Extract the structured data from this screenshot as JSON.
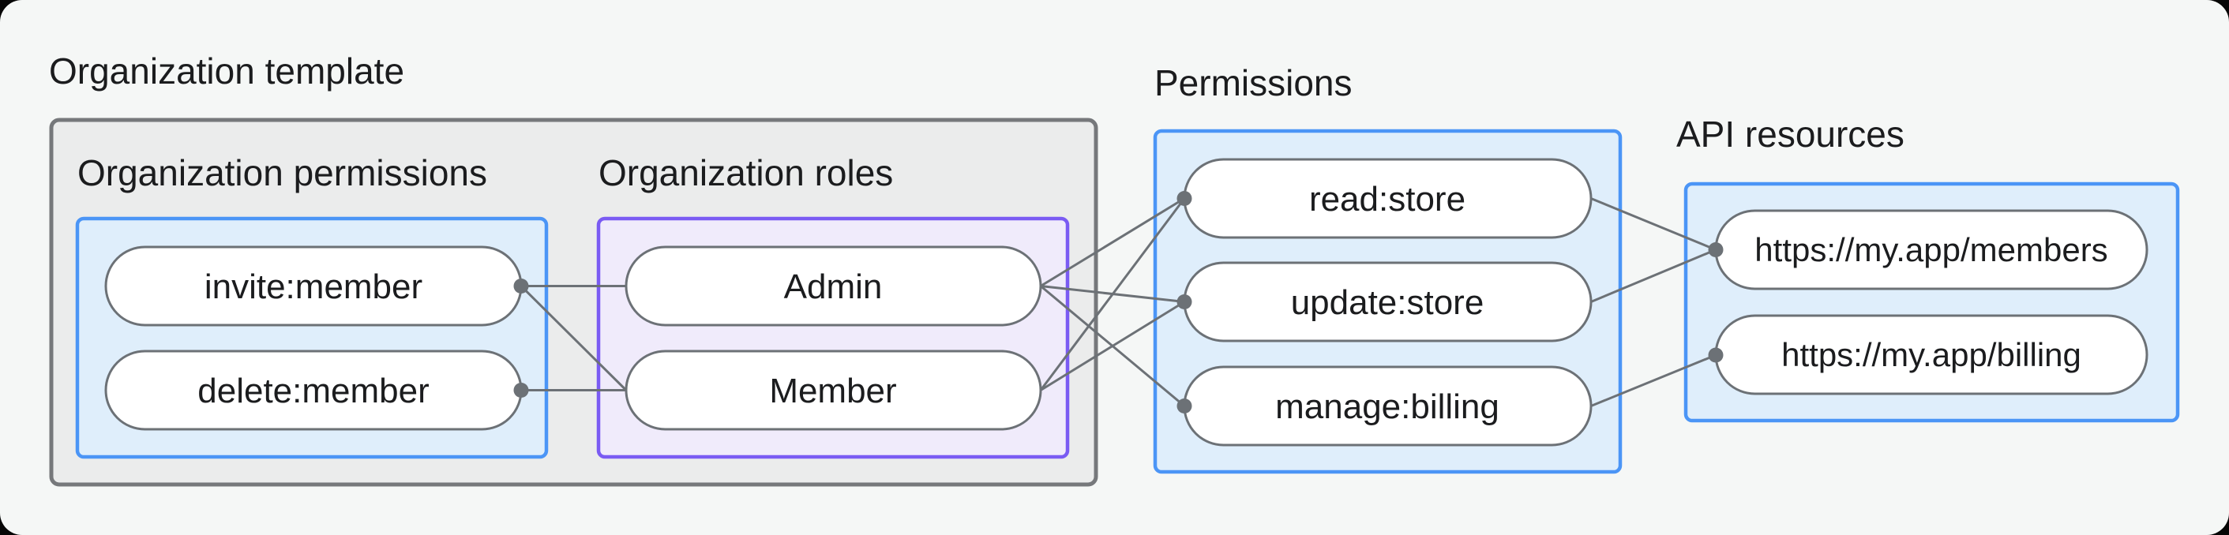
{
  "diagram": {
    "title": "Organization template",
    "org_permissions": {
      "label": "Organization permissions",
      "items": [
        {
          "label": "invite:member"
        },
        {
          "label": "delete:member"
        }
      ]
    },
    "org_roles": {
      "label": "Organization roles",
      "items": [
        {
          "label": "Admin"
        },
        {
          "label": "Member"
        }
      ]
    },
    "permissions": {
      "label": "Permissions",
      "items": [
        {
          "label": "read:store"
        },
        {
          "label": "update:store"
        },
        {
          "label": "manage:billing"
        }
      ]
    },
    "api_resources": {
      "label": "API resources",
      "items": [
        {
          "label": "https://my.app/members"
        },
        {
          "label": "https://my.app/billing"
        }
      ]
    },
    "edges": [
      {
        "from": "invite:member",
        "to": "Admin"
      },
      {
        "from": "invite:member",
        "to": "Member"
      },
      {
        "from": "delete:member",
        "to": "Member"
      },
      {
        "from": "Admin",
        "to": "read:store"
      },
      {
        "from": "Admin",
        "to": "update:store"
      },
      {
        "from": "Admin",
        "to": "manage:billing"
      },
      {
        "from": "Member",
        "to": "read:store"
      },
      {
        "from": "Member",
        "to": "update:store"
      },
      {
        "from": "read:store",
        "to": "https://my.app/members"
      },
      {
        "from": "update:store",
        "to": "https://my.app/members"
      },
      {
        "from": "manage:billing",
        "to": "https://my.app/billing"
      }
    ],
    "colors": {
      "canvas_bg": "#f5f7f6",
      "gray_fill": "#ebecec",
      "blue_fill": "#dfeefb",
      "purple_fill": "#f0ebfb",
      "accent_blue": "#4b95f6",
      "accent_purple": "#7a5bf3",
      "stroke_gray": "#6c7176",
      "text": "#1b1c1e"
    }
  }
}
